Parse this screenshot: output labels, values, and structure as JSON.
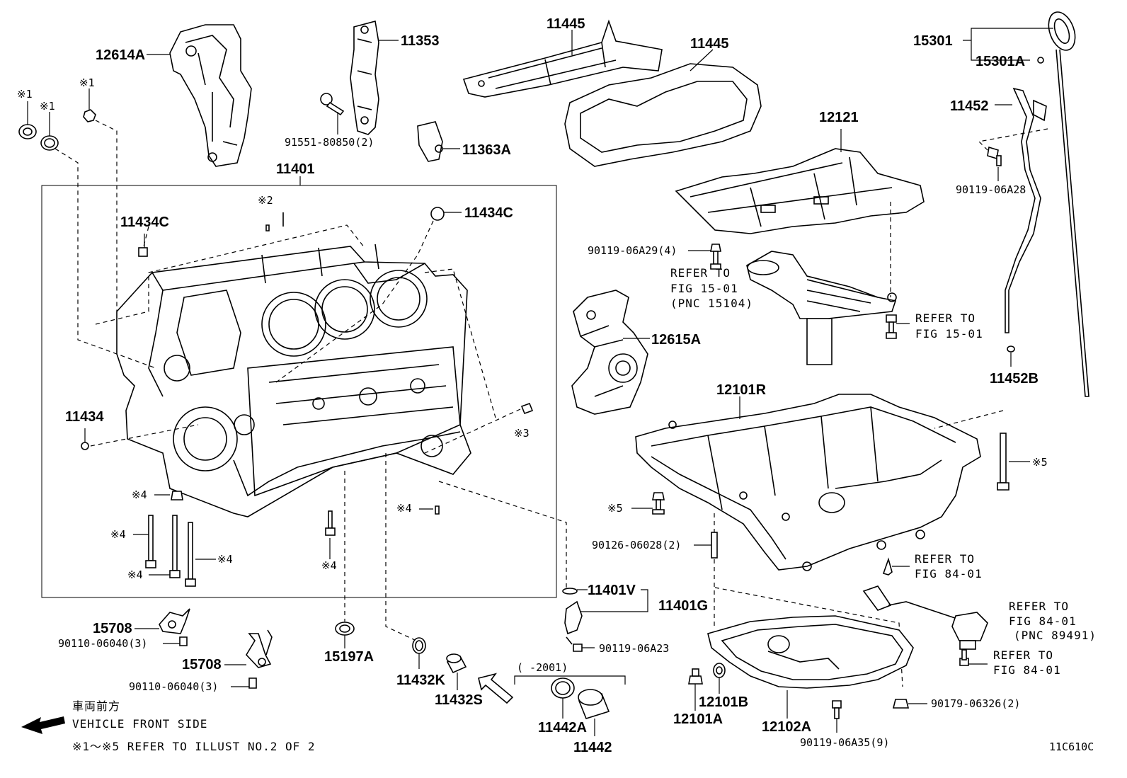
{
  "labels": {
    "p12614A": "12614A",
    "p11353": "11353",
    "p11445a": "11445",
    "p11445b": "11445",
    "p15301": "15301",
    "p15301A": "15301A",
    "p11452": "11452",
    "p91551": "91551-80850(2)",
    "p11363A": "11363A",
    "p12121": "12121",
    "p90119_06A28": "90119-06A28",
    "p11401": "11401",
    "p11434C_l": "11434C",
    "p11434C_r": "11434C",
    "p90119_06A29": "90119-06A29(4)",
    "p12615A": "12615A",
    "p11452B": "11452B",
    "p11434": "11434",
    "p12101R": "12101R",
    "p90126": "90126-06028(2)",
    "p11401V": "11401V",
    "p11401G": "11401G",
    "p90119_06A23": "90119-06A23",
    "p15708a": "15708",
    "p90110a": "90110-06040(3)",
    "p15708b": "15708",
    "p90110b": "90110-06040(3)",
    "p15197A": "15197A",
    "p11432K": "11432K",
    "p11432S": "11432S",
    "p11442A": "11442A",
    "p11442": "11442",
    "p12101A": "12101A",
    "p12101B": "12101B",
    "p12102A": "12102A",
    "p90119_06A35": "90119-06A35(9)",
    "p90179": "90179-06326(2)"
  },
  "marks": {
    "m1a": "※1",
    "m1b": "※1",
    "m1c": "※1",
    "m2": "※2",
    "m3": "※3",
    "m4a": "※4",
    "m4b": "※4",
    "m4c": "※4",
    "m4d": "※4",
    "m4e": "※4",
    "m4f": "※4",
    "m5a": "※5",
    "m5b": "※5"
  },
  "refs": {
    "r1_line1": "REFER TO",
    "r1_line2": "FIG 15-01",
    "r1_line3": "(PNC 15104)",
    "r2_line1": "REFER TO",
    "r2_line2": "FIG 15-01",
    "r3_line1": "REFER TO",
    "r3_line2": "FIG 84-01",
    "r4_line1": "REFER TO",
    "r4_line2": "FIG 84-01",
    "r4_line3": "(PNC 89491)",
    "r5_line1": "REFER TO",
    "r5_line2": "FIG 84-01"
  },
  "year_range": "(    -2001)",
  "footer": {
    "jp": "車両前方",
    "en": "VEHICLE FRONT SIDE",
    "note": "※1～※5 REFER TO ILLUST NO.2 OF 2",
    "code": "11C610C"
  }
}
